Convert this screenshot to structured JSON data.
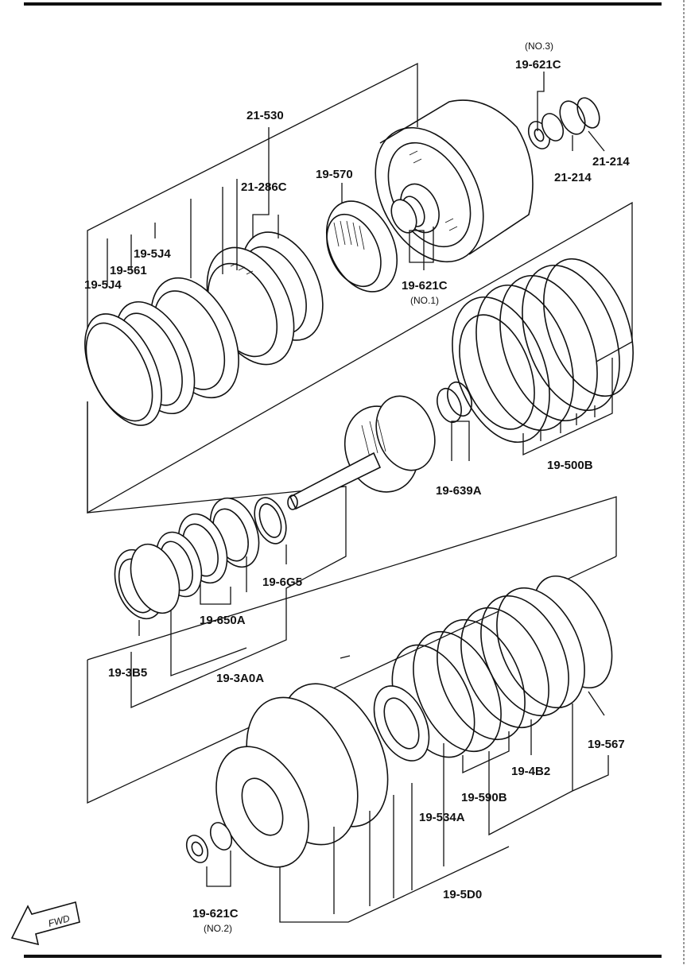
{
  "parts": [
    {
      "code": "19-621C",
      "note": "(NO.3)"
    },
    {
      "code": "21-214"
    },
    {
      "code": "21-214b",
      "display": "21-214"
    },
    {
      "code": "21-530"
    },
    {
      "code": "21-286C"
    },
    {
      "code": "19-570"
    },
    {
      "code": "19-5J4"
    },
    {
      "code": "19-561"
    },
    {
      "code": "19-5J4b",
      "display": "19-5J4"
    },
    {
      "code": "19-621C-1",
      "display": "19-621C",
      "note": "(NO.1)"
    },
    {
      "code": "19-500B"
    },
    {
      "code": "19-639A"
    },
    {
      "code": "19-6G5"
    },
    {
      "code": "19-650A"
    },
    {
      "code": "19-3B5"
    },
    {
      "code": "19-3A0A"
    },
    {
      "code": "19-567"
    },
    {
      "code": "19-4B2"
    },
    {
      "code": "19-590B"
    },
    {
      "code": "19-534A"
    },
    {
      "code": "19-5D0"
    },
    {
      "code": "19-621C-2",
      "display": "19-621C",
      "note": "(NO.2)"
    }
  ],
  "labels": {
    "no3": "(NO.3)",
    "c621_top": "19-621C",
    "c214_a": "21-214",
    "c214_b": "21-214",
    "c530": "21-530",
    "c286": "21-286C",
    "c570": "19-570",
    "c5j4_a": "19-5J4",
    "c561": "19-561",
    "c5j4_b": "19-5J4",
    "c621_mid": "19-621C",
    "no1": "(NO.1)",
    "c500": "19-500B",
    "c639": "19-639A",
    "c6g5": "19-6G5",
    "c650": "19-650A",
    "c3b5": "19-3B5",
    "c3a0": "19-3A0A",
    "c567": "19-567",
    "c4b2": "19-4B2",
    "c590": "19-590B",
    "c534": "19-534A",
    "c5d0": "19-5D0",
    "c621_bot": "19-621C",
    "no2": "(NO.2)",
    "fwd": "FWD"
  }
}
